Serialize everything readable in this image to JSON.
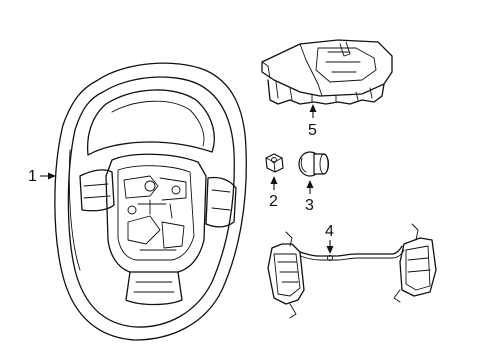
{
  "callouts": [
    {
      "id": "1",
      "label": "1"
    },
    {
      "id": "2",
      "label": "2"
    },
    {
      "id": "3",
      "label": "3"
    },
    {
      "id": "4",
      "label": "4"
    },
    {
      "id": "5",
      "label": "5"
    }
  ],
  "parts": [
    "steering-wheel",
    "nut",
    "plug",
    "switch-harness",
    "air-bag-module"
  ]
}
